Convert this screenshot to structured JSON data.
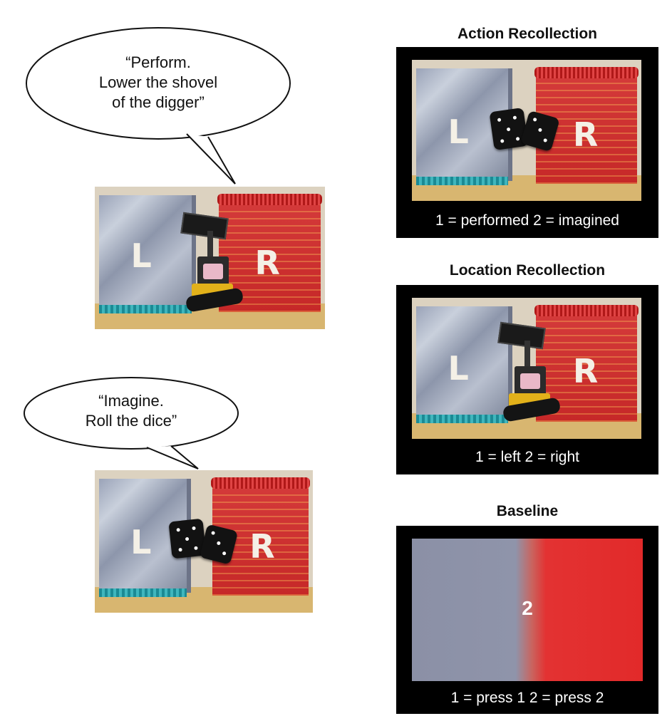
{
  "bubbles": {
    "perform": {
      "text": "“Perform.\nLower the shovel\nof the digger”"
    },
    "imagine": {
      "text": "“Imagine.\nRoll the dice”"
    }
  },
  "scenes": {
    "left_letter": "L",
    "right_letter": "R"
  },
  "panels": {
    "action": {
      "title": "Action Recollection",
      "caption": "1 = performed  2 = imagined"
    },
    "location": {
      "title": "Location Recollection",
      "caption": "1 = left  2 = right"
    },
    "baseline": {
      "title": "Baseline",
      "number": "2",
      "caption": "1 = press 1  2 = press 2"
    }
  },
  "colors": {
    "silver_box": "#9aa3b8",
    "red_box": "#c62828",
    "tinsel": "#1b8a94",
    "baseline_left": "#8b90a6",
    "baseline_right": "#e22a2a"
  }
}
